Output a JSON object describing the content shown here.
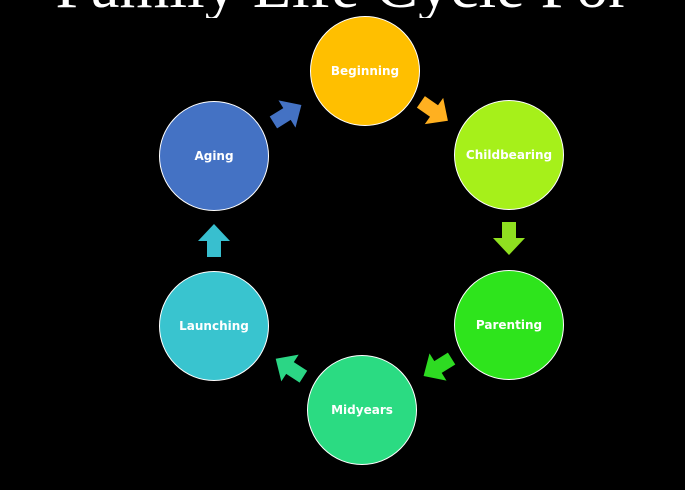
{
  "title": "Family Life Cycle For",
  "stages": [
    {
      "label": "Beginning",
      "color": "#ffbf00"
    },
    {
      "label": "Childbearing",
      "color": "#a6f01a"
    },
    {
      "label": "Parenting",
      "color": "#2ee41c"
    },
    {
      "label": "Midyears",
      "color": "#2bdb82"
    },
    {
      "label": "Launching",
      "color": "#39c4cf"
    },
    {
      "label": "Aging",
      "color": "#4472c4"
    }
  ],
  "arrows": [
    {
      "from": "Beginning",
      "to": "Childbearing",
      "color": "#ffb020"
    },
    {
      "from": "Childbearing",
      "to": "Parenting",
      "color": "#8fe020"
    },
    {
      "from": "Parenting",
      "to": "Midyears",
      "color": "#2edb22"
    },
    {
      "from": "Midyears",
      "to": "Launching",
      "color": "#2bd685"
    },
    {
      "from": "Launching",
      "to": "Aging",
      "color": "#38bfcf"
    },
    {
      "from": "Aging",
      "to": "Beginning",
      "color": "#4472c4"
    }
  ]
}
